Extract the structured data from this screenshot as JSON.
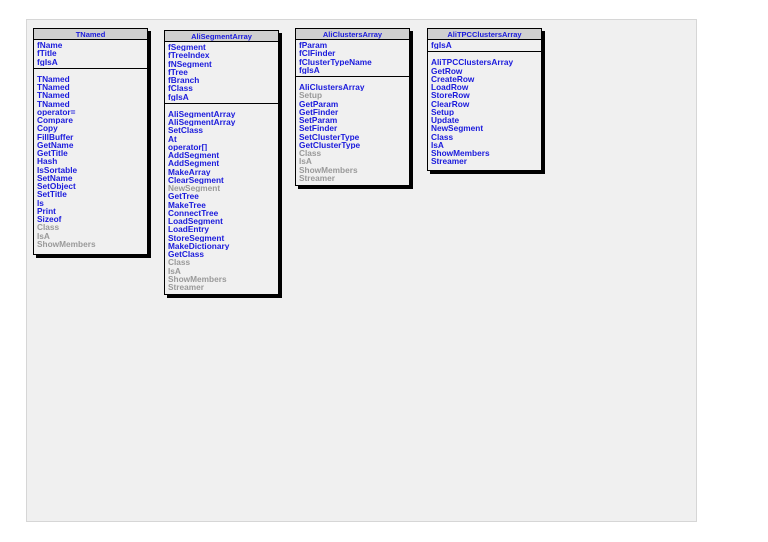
{
  "classes": [
    {
      "id": "tnamed",
      "name": "TNamed",
      "members": [
        {
          "label": "fName",
          "inherited": false
        },
        {
          "label": "fTitle",
          "inherited": false
        },
        {
          "label": "fgIsA",
          "inherited": false
        }
      ],
      "methods": [
        {
          "label": "TNamed",
          "inherited": false
        },
        {
          "label": "TNamed",
          "inherited": false
        },
        {
          "label": "TNamed",
          "inherited": false
        },
        {
          "label": "TNamed",
          "inherited": false
        },
        {
          "label": "operator=",
          "inherited": false
        },
        {
          "label": "Compare",
          "inherited": false
        },
        {
          "label": "Copy",
          "inherited": false
        },
        {
          "label": "FillBuffer",
          "inherited": false
        },
        {
          "label": "GetName",
          "inherited": false
        },
        {
          "label": "GetTitle",
          "inherited": false
        },
        {
          "label": "Hash",
          "inherited": false
        },
        {
          "label": "IsSortable",
          "inherited": false
        },
        {
          "label": "SetName",
          "inherited": false
        },
        {
          "label": "SetObject",
          "inherited": false
        },
        {
          "label": "SetTitle",
          "inherited": false
        },
        {
          "label": "ls",
          "inherited": false
        },
        {
          "label": "Print",
          "inherited": false
        },
        {
          "label": "Sizeof",
          "inherited": false
        },
        {
          "label": "Class",
          "inherited": true
        },
        {
          "label": "IsA",
          "inherited": true
        },
        {
          "label": "ShowMembers",
          "inherited": true
        }
      ]
    },
    {
      "id": "alisegmentarray",
      "name": "AliSegmentArray",
      "members": [
        {
          "label": "fSegment",
          "inherited": false
        },
        {
          "label": "fTreeIndex",
          "inherited": false
        },
        {
          "label": "fNSegment",
          "inherited": false
        },
        {
          "label": "fTree",
          "inherited": false
        },
        {
          "label": "fBranch",
          "inherited": false
        },
        {
          "label": "fClass",
          "inherited": false
        },
        {
          "label": "fgIsA",
          "inherited": false
        }
      ],
      "methods": [
        {
          "label": "AliSegmentArray",
          "inherited": false
        },
        {
          "label": "AliSegmentArray",
          "inherited": false
        },
        {
          "label": "SetClass",
          "inherited": false
        },
        {
          "label": "At",
          "inherited": false
        },
        {
          "label": "operator[]",
          "inherited": false
        },
        {
          "label": "AddSegment",
          "inherited": false
        },
        {
          "label": "AddSegment",
          "inherited": false
        },
        {
          "label": "MakeArray",
          "inherited": false
        },
        {
          "label": "ClearSegment",
          "inherited": false
        },
        {
          "label": "NewSegment",
          "inherited": true
        },
        {
          "label": "GetTree",
          "inherited": false
        },
        {
          "label": "MakeTree",
          "inherited": false
        },
        {
          "label": "ConnectTree",
          "inherited": false
        },
        {
          "label": "LoadSegment",
          "inherited": false
        },
        {
          "label": "LoadEntry",
          "inherited": false
        },
        {
          "label": "StoreSegment",
          "inherited": false
        },
        {
          "label": "MakeDictionary",
          "inherited": false
        },
        {
          "label": "GetClass",
          "inherited": false
        },
        {
          "label": "Class",
          "inherited": true
        },
        {
          "label": "IsA",
          "inherited": true
        },
        {
          "label": "ShowMembers",
          "inherited": true
        },
        {
          "label": "Streamer",
          "inherited": true
        }
      ]
    },
    {
      "id": "aliclustersarray",
      "name": "AliClustersArray",
      "members": [
        {
          "label": "fParam",
          "inherited": false
        },
        {
          "label": "fClFinder",
          "inherited": false
        },
        {
          "label": "fClusterTypeName",
          "inherited": false
        },
        {
          "label": "fgIsA",
          "inherited": false
        }
      ],
      "methods": [
        {
          "label": "AliClustersArray",
          "inherited": false
        },
        {
          "label": "Setup",
          "inherited": true
        },
        {
          "label": "GetParam",
          "inherited": false
        },
        {
          "label": "GetFinder",
          "inherited": false
        },
        {
          "label": "SetParam",
          "inherited": false
        },
        {
          "label": "SetFinder",
          "inherited": false
        },
        {
          "label": "SetClusterType",
          "inherited": false
        },
        {
          "label": "GetClusterType",
          "inherited": false
        },
        {
          "label": "Class",
          "inherited": true
        },
        {
          "label": "IsA",
          "inherited": true
        },
        {
          "label": "ShowMembers",
          "inherited": true
        },
        {
          "label": "Streamer",
          "inherited": true
        }
      ]
    },
    {
      "id": "alitpcclustersarray",
      "name": "AliTPCClustersArray",
      "members": [
        {
          "label": "fgIsA",
          "inherited": false
        }
      ],
      "methods": [
        {
          "label": "AliTPCClustersArray",
          "inherited": false
        },
        {
          "label": "GetRow",
          "inherited": false
        },
        {
          "label": "CreateRow",
          "inherited": false
        },
        {
          "label": "LoadRow",
          "inherited": false
        },
        {
          "label": "StoreRow",
          "inherited": false
        },
        {
          "label": "ClearRow",
          "inherited": false
        },
        {
          "label": "Setup",
          "inherited": false
        },
        {
          "label": "Update",
          "inherited": false
        },
        {
          "label": "NewSegment",
          "inherited": false
        },
        {
          "label": "Class",
          "inherited": false
        },
        {
          "label": "IsA",
          "inherited": false
        },
        {
          "label": "ShowMembers",
          "inherited": false
        },
        {
          "label": "Streamer",
          "inherited": false
        }
      ]
    }
  ],
  "colors": {
    "own_member": "#1a1adc",
    "inherited_member": "#999999",
    "title_bg": "#d0d0d0",
    "canvas_bg": "#f0f0f0"
  }
}
